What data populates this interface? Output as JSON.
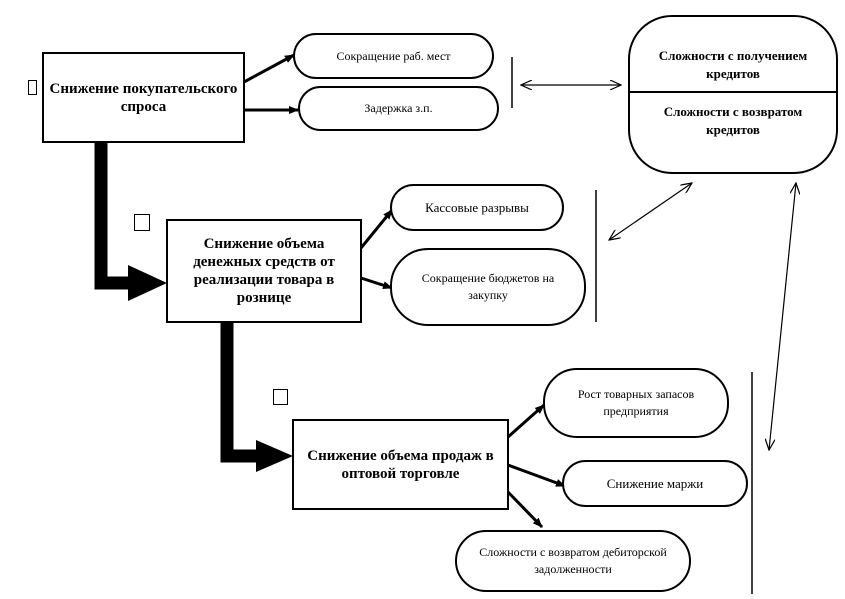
{
  "boxes": {
    "demand": "Снижение покупательского спроса",
    "cash_volume": "Снижение объема денежных средств от реализации товара в рознице",
    "wholesale": "Снижение объема продаж в оптовой торговле"
  },
  "consequences": {
    "jobs": "Сокращение раб. мест",
    "salary": "Задержка з.п.",
    "cash_gaps": "Кассовые разрывы",
    "budget": "Сокращение бюджетов на закупку",
    "stock": "Рост товарных запасов предприятия",
    "margin": "Снижение маржи",
    "receivables": "Сложности с возвратом дебиторской задолженности"
  },
  "credit": {
    "obtaining": "Сложности с получением кредитов",
    "repayment": "Сложности с возвратом кредитов"
  }
}
